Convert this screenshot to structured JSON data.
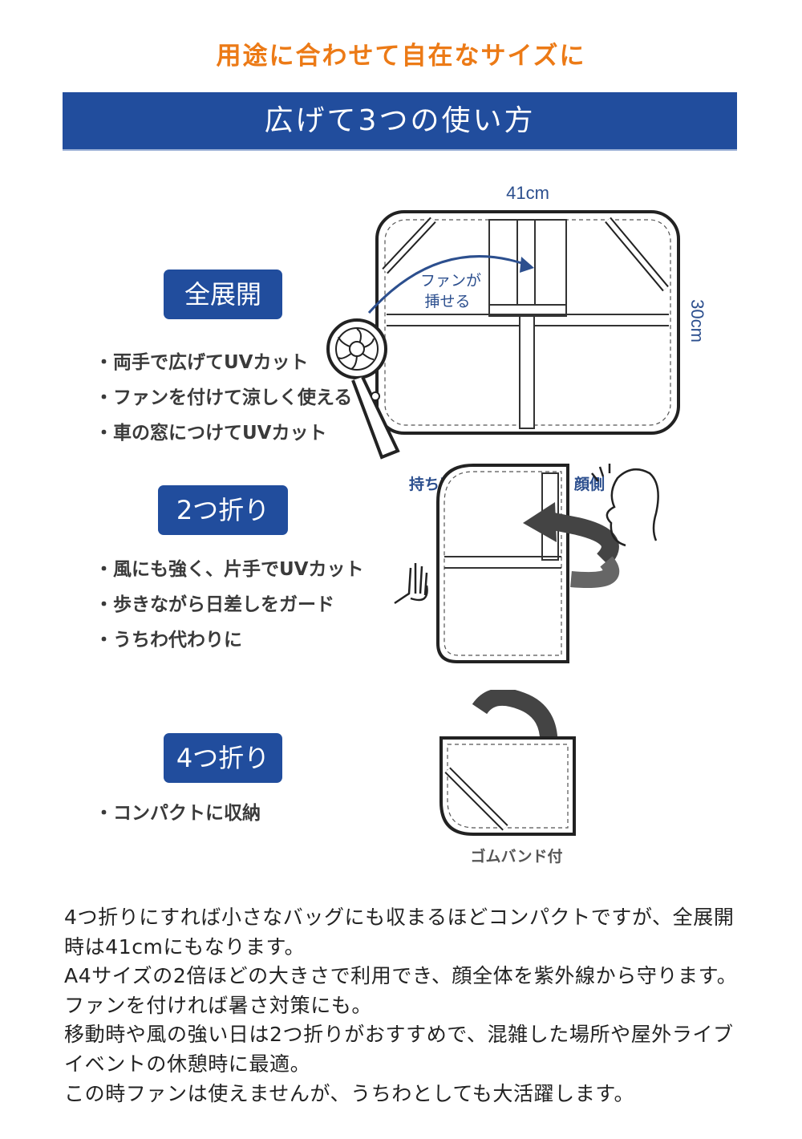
{
  "headline": "用途に合わせて自在なサイズに",
  "banner_title": "広げて3つの使い方",
  "modes": [
    {
      "label": "全展開",
      "bullets": [
        "・両手で広げてUVカット",
        "・ファンを付けて涼しく使える",
        "・車の窓につけてUVカット"
      ]
    },
    {
      "label": "2つ折り",
      "bullets": [
        "・風にも強く、片手でUVカット",
        "・歩きながら日差しをガード",
        "・うちわ代わりに"
      ]
    },
    {
      "label": "4つ折り",
      "bullets": [
        "・コンパクトに収納"
      ]
    }
  ],
  "illustration_labels": {
    "width": "41cm",
    "height": "30cm",
    "fan_note_line1": "ファンが",
    "fan_note_line2": "挿せる",
    "handle_side": "持ち手側",
    "face_side": "顔側",
    "band": "ゴムバンド付"
  },
  "description": [
    "4つ折りにすれば小さなバッグにも収まるほどコンパクトですが、全展開時は41cmにもなります。",
    "A4サイズの2倍ほどの大きさで利用でき、顔全体を紫外線から守ります。ファンを付ければ暑さ対策にも。",
    "移動時や風の強い日は2つ折りがおすすめで、混雑した場所や屋外ライブイベントの休憩時に最適。",
    "この時ファンは使えませんが、うちわとしても大活躍します。"
  ],
  "colors": {
    "headline": "#ec7a16",
    "banner": "#214d9d",
    "badge": "#214d9d",
    "label_blue": "#2c4f8e"
  }
}
